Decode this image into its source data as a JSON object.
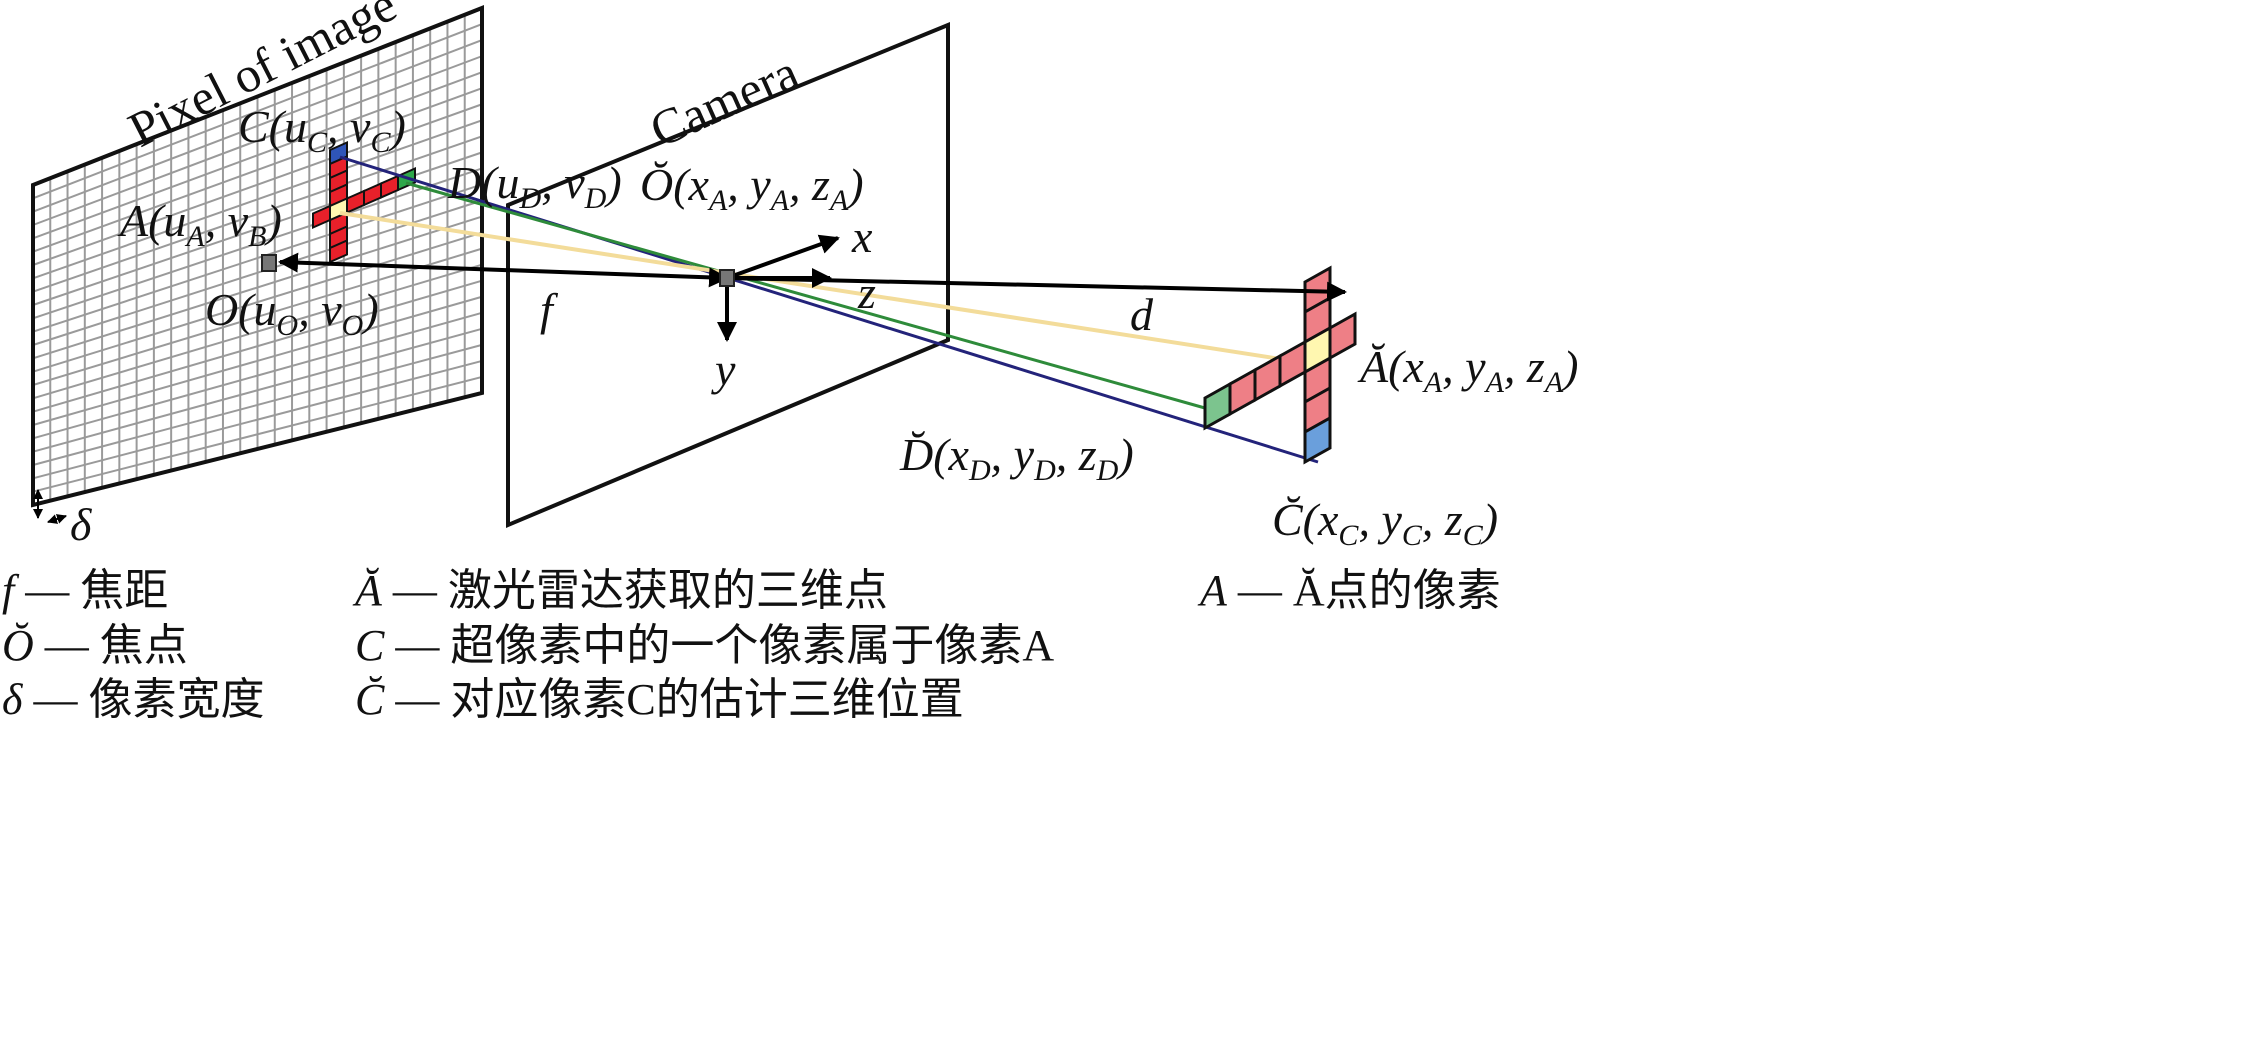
{
  "titles": {
    "image_plane": "Pixel of image",
    "camera": "Camera"
  },
  "labels": {
    "C": [
      {
        "t": "C("
      },
      {
        "t": "u"
      },
      {
        "t": "C",
        "sub": true
      },
      {
        "t": ", v"
      },
      {
        "t": "C",
        "sub": true
      },
      {
        "t": ")"
      }
    ],
    "D": [
      {
        "t": "D("
      },
      {
        "t": "u"
      },
      {
        "t": "D",
        "sub": true
      },
      {
        "t": ", v"
      },
      {
        "t": "D",
        "sub": true
      },
      {
        "t": ")"
      }
    ],
    "A": [
      {
        "t": "A("
      },
      {
        "t": "u"
      },
      {
        "t": "A",
        "sub": true
      },
      {
        "t": ", v"
      },
      {
        "t": "B",
        "sub": true
      },
      {
        "t": ")"
      }
    ],
    "O": [
      {
        "t": "O("
      },
      {
        "t": "u"
      },
      {
        "t": "O",
        "sub": true
      },
      {
        "t": ", v"
      },
      {
        "t": "O",
        "sub": true
      },
      {
        "t": ")"
      }
    ],
    "O_focus": [
      {
        "t": "Ŏ(x"
      },
      {
        "t": "A",
        "sub": true
      },
      {
        "t": ", y"
      },
      {
        "t": "A",
        "sub": true
      },
      {
        "t": ", z"
      },
      {
        "t": "A",
        "sub": true
      },
      {
        "t": ")"
      }
    ],
    "A_3d": [
      {
        "t": "Ă(x"
      },
      {
        "t": "A",
        "sub": true
      },
      {
        "t": ", y"
      },
      {
        "t": "A",
        "sub": true
      },
      {
        "t": ", z"
      },
      {
        "t": "A",
        "sub": true
      },
      {
        "t": ")"
      }
    ],
    "D_3d": [
      {
        "t": "D̆(x"
      },
      {
        "t": "D",
        "sub": true
      },
      {
        "t": ", y"
      },
      {
        "t": "D",
        "sub": true
      },
      {
        "t": ", z"
      },
      {
        "t": "D",
        "sub": true
      },
      {
        "t": ")"
      }
    ],
    "C_3d": [
      {
        "t": "C̆(x"
      },
      {
        "t": "C",
        "sub": true
      },
      {
        "t": ", y"
      },
      {
        "t": "C",
        "sub": true
      },
      {
        "t": ", z"
      },
      {
        "t": "C",
        "sub": true
      },
      {
        "t": ")"
      }
    ]
  },
  "symbols": {
    "f": "f",
    "d": "d",
    "x": "x",
    "y": "y",
    "z": "z",
    "delta": "δ"
  },
  "legend": [
    {
      "sym": "f",
      "text": " — 焦距"
    },
    {
      "sym": "Ŏ",
      "text": " — 焦点"
    },
    {
      "sym": "δ",
      "text": " — 像素宽度"
    },
    {
      "sym": "Ă",
      "text": " — 激光雷达获取的三维点"
    },
    {
      "sym": "C",
      "text": " — 超像素中的一个像素属于像素A"
    },
    {
      "sym": "C̆",
      "text": " — 对应像素C的估计三维位置"
    },
    {
      "sym": "A",
      "text": " —  Ă点的像素"
    }
  ],
  "colors": {
    "red_left": "#e8202a",
    "red_right": "#ee7f86",
    "blue": "#2f55b8",
    "blue_right": "#6a9fdc",
    "green": "#2ea84a",
    "green_right": "#7cc48e",
    "yellow": "#fff7b0",
    "ray_blue": "#23237a",
    "ray_green": "#2e8b3a",
    "ray_yellow": "#f3dc9a",
    "grid": "#9a9a9a"
  }
}
